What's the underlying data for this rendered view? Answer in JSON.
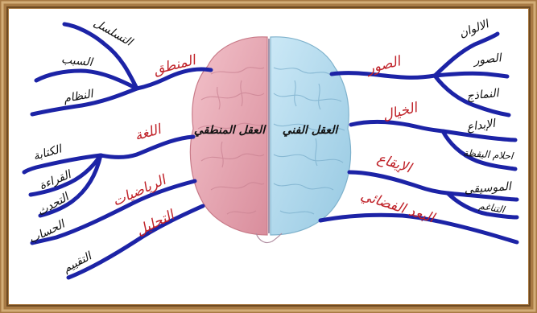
{
  "colors": {
    "frame": "#a87a44",
    "frame_light": "#d3ad78",
    "frame_dark": "#6e4a22",
    "line": "#1c23a6",
    "red_label": "#c0232a",
    "black_label": "#111111",
    "left_brain": "#e9a7b3",
    "right_brain": "#b4dcef"
  },
  "center": {
    "left_hemisphere_label": "العقل المنطقي",
    "right_hemisphere_label": "العقل الفني"
  },
  "left_branches": [
    {
      "label": "المنطق",
      "subs": [
        "التسلسل",
        "السبب",
        "النظام"
      ]
    },
    {
      "label": "اللغة",
      "subs": [
        "الكتابة",
        "القراءة",
        "التحدث"
      ]
    },
    {
      "label": "الرياضيات",
      "subs": [
        "الحساب"
      ]
    },
    {
      "label": "التحليل",
      "subs": [
        "التقييم"
      ]
    }
  ],
  "right_branches": [
    {
      "label": "الصور",
      "subs": [
        "الالوان",
        "الصور",
        "النماذج"
      ]
    },
    {
      "label": "الخيال",
      "subs": [
        "الإبداع",
        "احلام اليقظة"
      ]
    },
    {
      "label": "الإيقاع",
      "subs": [
        "الموسيقى",
        "التناغم"
      ]
    },
    {
      "label": "البعد الفضائي",
      "subs": []
    }
  ]
}
